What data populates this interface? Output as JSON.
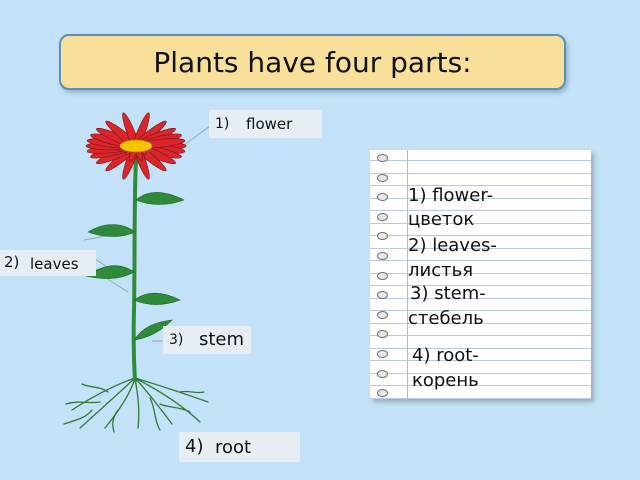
{
  "title": "Plants have four parts:",
  "labels": {
    "flower": {
      "num": "1)",
      "word": "flower"
    },
    "leaves": {
      "num": "2)",
      "word": "leaves"
    },
    "stem": {
      "num": "3)",
      "word": "stem"
    },
    "root": {
      "num": "4)",
      "word": "root"
    }
  },
  "notebook": {
    "lines": [
      "1) flower-",
      "цветок",
      "2) leaves-",
      "листья",
      "3) stem-",
      "стебель",
      "4) root-",
      "корень"
    ]
  },
  "colors": {
    "background": "#c4e2f7",
    "title_fill": "#f9e09a",
    "title_border": "#5a8fba",
    "petal": "#d9262b",
    "flower_center": "#f4c400",
    "leaf": "#2f8a3a"
  }
}
